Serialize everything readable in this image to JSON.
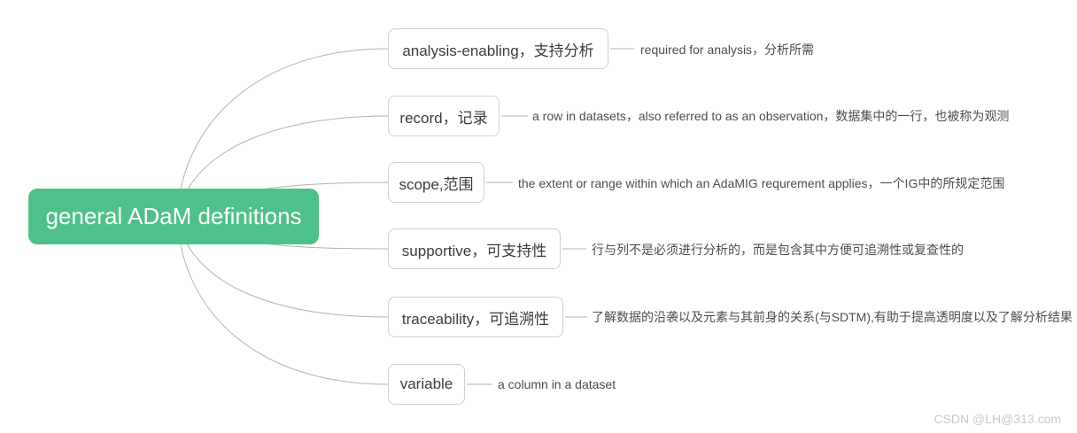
{
  "root": {
    "label": "general ADaM definitions"
  },
  "branches": [
    {
      "label": "analysis-enabling，支持分析",
      "note": "required for analysis，分析所需"
    },
    {
      "label": "record，记录",
      "note": "a row in datasets，also referred to as an observation，数据集中的一行，也被称为观测"
    },
    {
      "label": "scope,范围",
      "note": "the extent or range within which an AdaMIG requrement applies，一个IG中的所规定范围"
    },
    {
      "label": "supportive，可支持性",
      "note": "行与列不是必须进行分析的，而是包含其中方便可追溯性或复查性的"
    },
    {
      "label": "traceability，可追溯性",
      "note": "了解数据的沿袭以及元素与其前身的关系(与SDTM),有助于提高透明度以及了解分析结果"
    },
    {
      "label": "variable",
      "note": "a column in a dataset"
    }
  ],
  "watermark": {
    "text": "CSDN @LH@313.com"
  },
  "colors": {
    "root_bg": "#4ec18a",
    "root_text": "#ffffff",
    "node_border": "#cfcfcf",
    "node_text": "#3c3c3c",
    "note_text": "#4d4d4d",
    "connector": "#b3b3b3",
    "watermark": "#c9c9c9"
  }
}
